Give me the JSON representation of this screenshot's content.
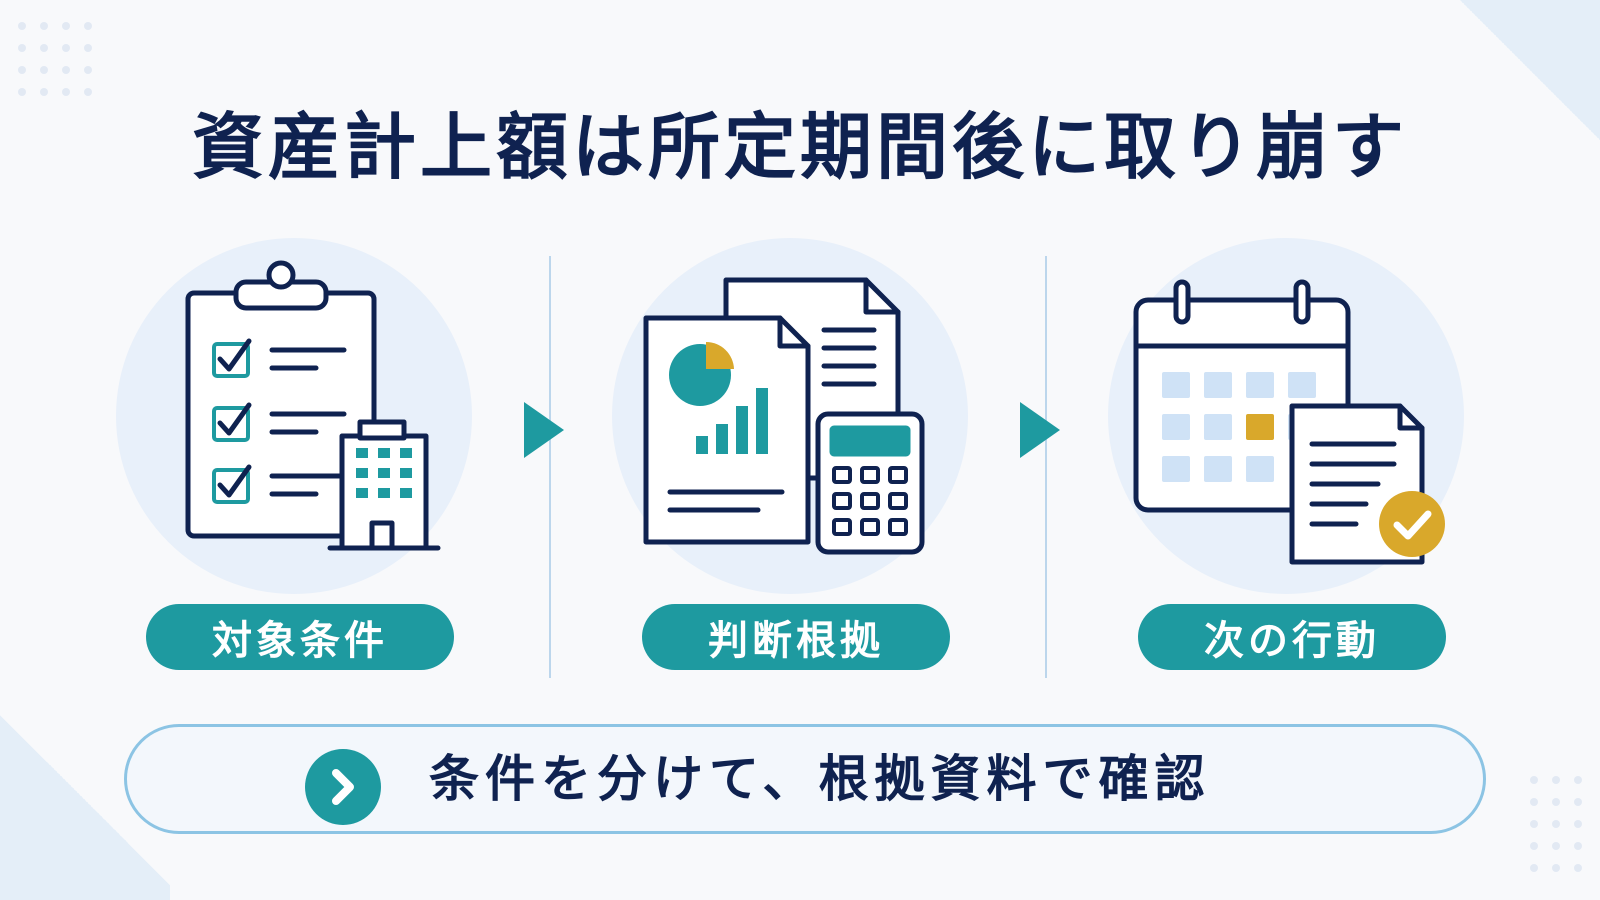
{
  "title": "資産計上額は所定期間後に取り崩す",
  "steps": [
    {
      "label": "対象条件",
      "icon": "clipboard-checklist-building-icon"
    },
    {
      "label": "判断根拠",
      "icon": "documents-chart-calculator-icon"
    },
    {
      "label": "次の行動",
      "icon": "calendar-document-check-icon"
    }
  ],
  "summary": {
    "text": "条件を分けて、根拠資料で確認",
    "icon": "chevron-right-icon"
  },
  "colors": {
    "navy": "#0f2250",
    "teal": "#1e9aa0",
    "gold": "#d9a82b",
    "light_blue": "#cfe2f6",
    "circle_bg": "#e8f0fa"
  }
}
